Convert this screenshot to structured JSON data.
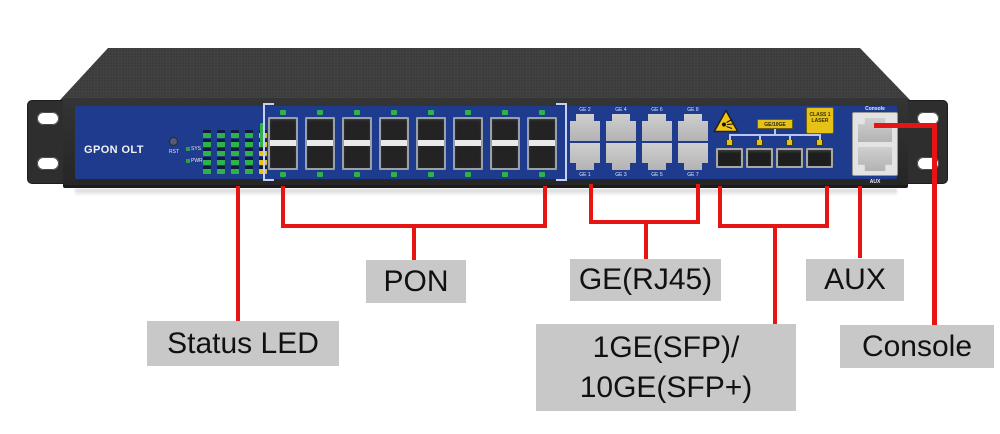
{
  "device": {
    "model_label": "GPON OLT",
    "rst_label": "RST",
    "status_led_labels": [
      "SYS",
      "PWR"
    ],
    "led_matrix": {
      "columns": 5,
      "rows": 5
    },
    "pon": {
      "columns": 8,
      "rows": 2
    },
    "ge_ports": {
      "top_labels": [
        "GE 2",
        "GE 4",
        "GE 6",
        "GE 8"
      ],
      "bottom_labels": [
        "GE 1",
        "GE 3",
        "GE 5",
        "GE 7"
      ]
    },
    "uplink": {
      "label": "GE/10GE",
      "cages": 4,
      "laser_class_label": "CLASS 1 LASER"
    },
    "console_label": "Console",
    "aux_label": "AUX"
  },
  "callouts": {
    "status_led": "Status LED",
    "pon": "PON",
    "ge_rj45": "GE(RJ45)",
    "aux": "AUX",
    "sfp_line1": "1GE(SFP)/",
    "sfp_line2": "10GE(SFP+)",
    "console": "Console"
  },
  "colors": {
    "panel_blue": "#1e3b8e",
    "chassis_dark": "#2e2e2e",
    "callout_red": "#e71414",
    "label_gray": "#c8c8c8",
    "led_green": "#2db34a",
    "led_yellow": "#e5c217"
  }
}
